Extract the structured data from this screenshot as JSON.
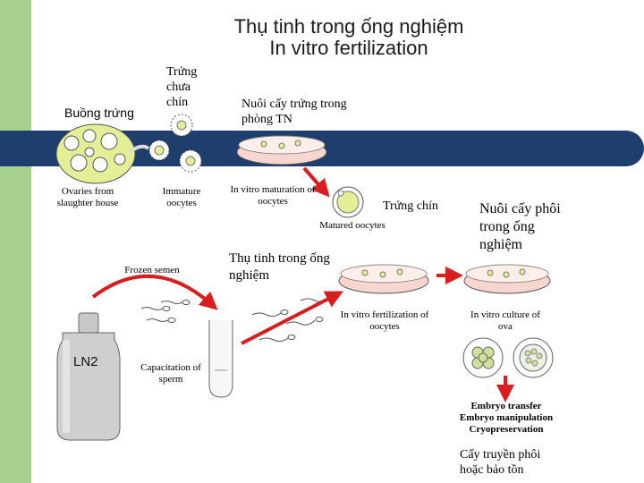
{
  "title": {
    "line1": "Thụ tinh trong ống nghiệm",
    "line2": "In vitro fertilization"
  },
  "labels": {
    "ovary_vn": "Buồng trứng",
    "immature_vn": "Trứng chưa chín",
    "culture_vn": "Nuôi cấy trứng trong phòng TN",
    "ovaries_en": "Ovaries from slaughter house",
    "immature_en": "Immature oocytes",
    "maturation_en": "In vitro maturation of oocytes",
    "mature_vn": "Trứng chín",
    "matured_en": "Matured oocytes",
    "embryo_culture_vn": "Nuôi cấy phôi trong ống nghiệm",
    "fertilization_vn": "Thụ tinh trong ống nghiệm",
    "frozen_semen_en": "Frozen semen",
    "ivf_en": "In vitro fertilization of oocytes",
    "ivc_en": "In vitro culture of ova",
    "ln2": "LN2",
    "capacitation_en": "Capacitation of sperm",
    "embryo_steps_en": [
      "Embryo transfer",
      "Embryo manipulation",
      "Cryopreservation"
    ],
    "transfer_vn": "Cấy truyền phôi hoặc bảo tồn"
  },
  "colors": {
    "sidebar": "#a9d18e",
    "band": "#1e3f6e",
    "arrow": "#d81e1e",
    "dish": "#f6d6cf",
    "cell": "#cfe09b"
  }
}
